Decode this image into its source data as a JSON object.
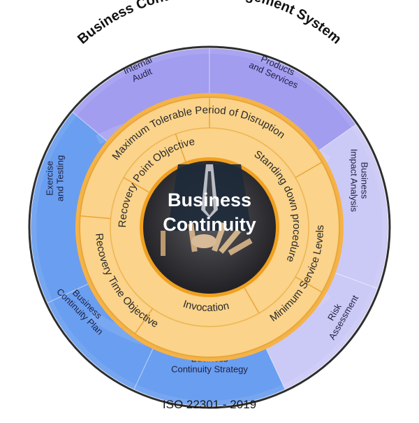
{
  "title": "Business Continuity Management System",
  "center": {
    "line1": "Business",
    "line2": "Continuity"
  },
  "outer_segments": [
    {
      "lines": [
        "Internal",
        "Audit"
      ]
    },
    {
      "lines": [
        "Products",
        "and Services"
      ]
    },
    {
      "lines": [
        "Business",
        "Impact Analysis"
      ]
    },
    {
      "lines": [
        "Risk",
        "Assessment"
      ]
    },
    {
      "lines": [
        "Business",
        "Continuity Strategy"
      ]
    },
    {
      "lines": [
        "Business",
        "Continuity Plan"
      ]
    },
    {
      "lines": [
        "Exercise",
        "and Testing"
      ]
    }
  ],
  "ring_segments": [
    "Maximum Tolerable Period of Disruption",
    "Standing down procedure",
    "Minimum Service Levels",
    "Invocation",
    "Recovery Time Objective",
    "Recovery Point Objective"
  ],
  "footer": "ISO 22301 - 2019",
  "colors": {
    "outer_blue": "#6a9ef0",
    "outer_purple": "#a39df0",
    "outer_lavender": "#cbc9f6",
    "ring_light": "#fbd38a",
    "ring_gold": "#f5b347",
    "center_border": "#f0a020",
    "center_bg": "#2c2c30",
    "outline": "#1a1a1a"
  }
}
